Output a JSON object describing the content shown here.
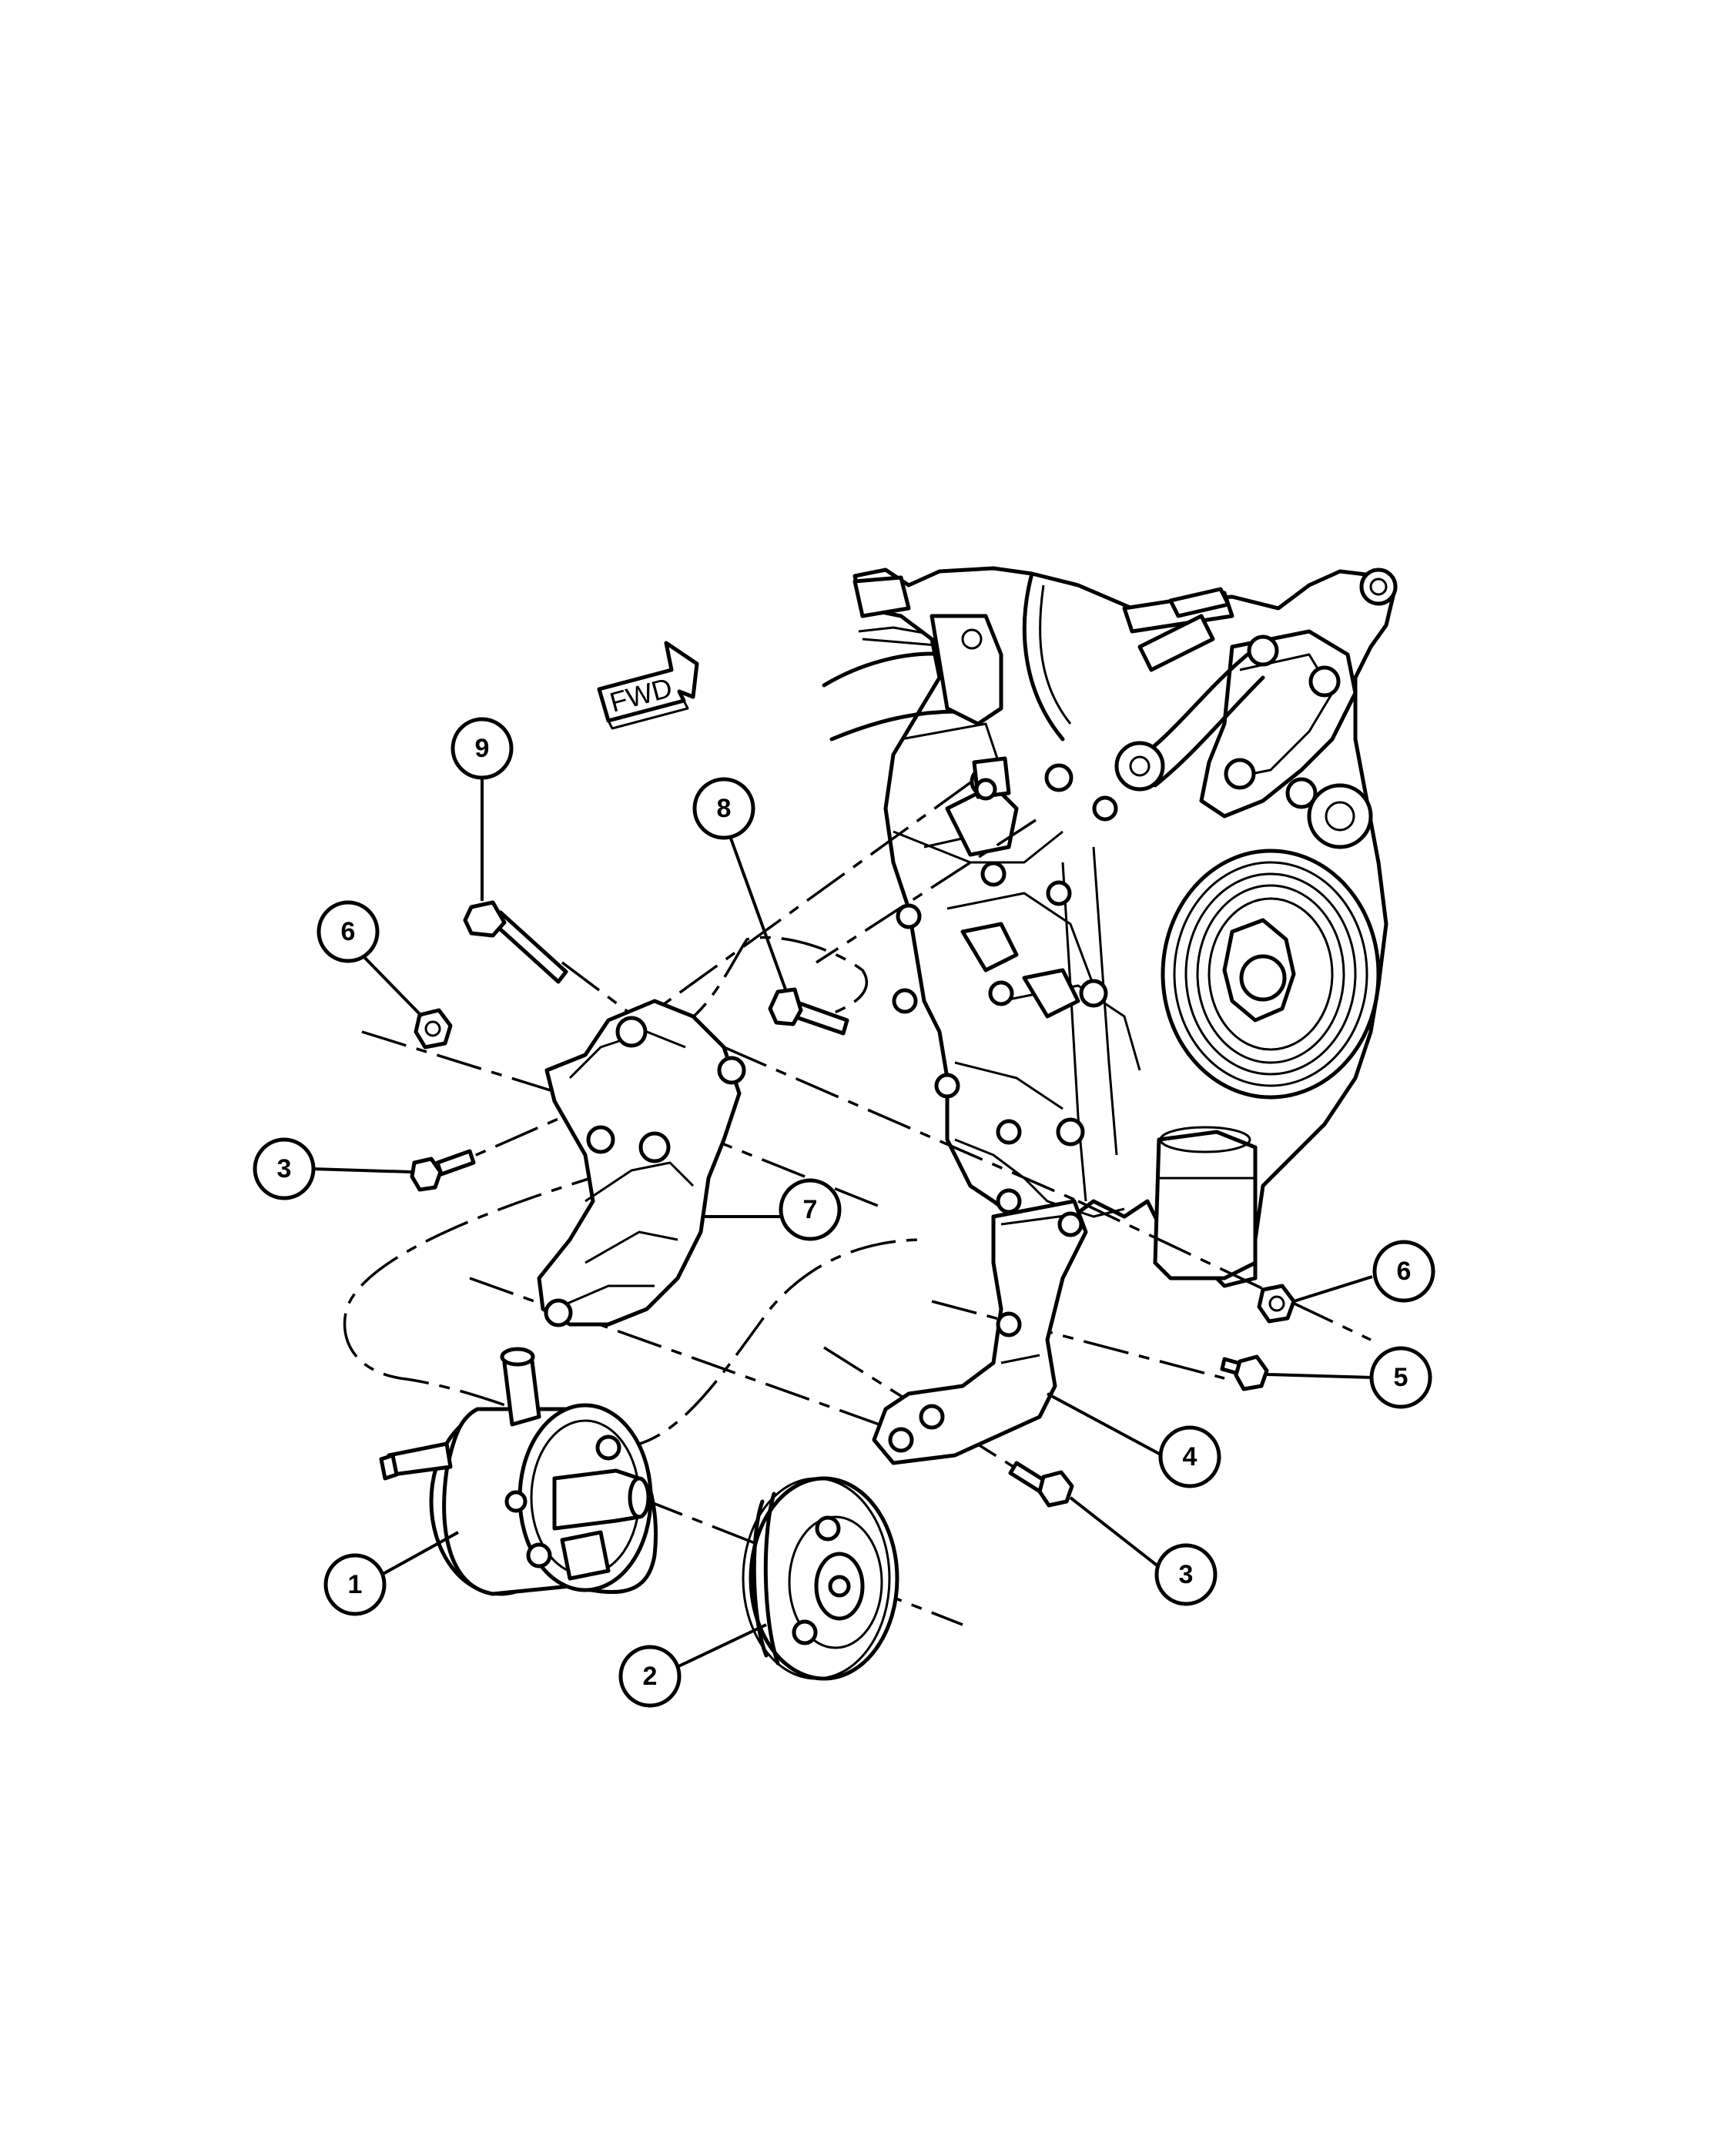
{
  "fwd_label": "FWD",
  "callouts": [
    {
      "label": "1"
    },
    {
      "label": "2"
    },
    {
      "label": "3"
    },
    {
      "label": "3"
    },
    {
      "label": "4"
    },
    {
      "label": "5"
    },
    {
      "label": "6"
    },
    {
      "label": "6"
    },
    {
      "label": "7"
    },
    {
      "label": "8"
    },
    {
      "label": "9"
    }
  ]
}
